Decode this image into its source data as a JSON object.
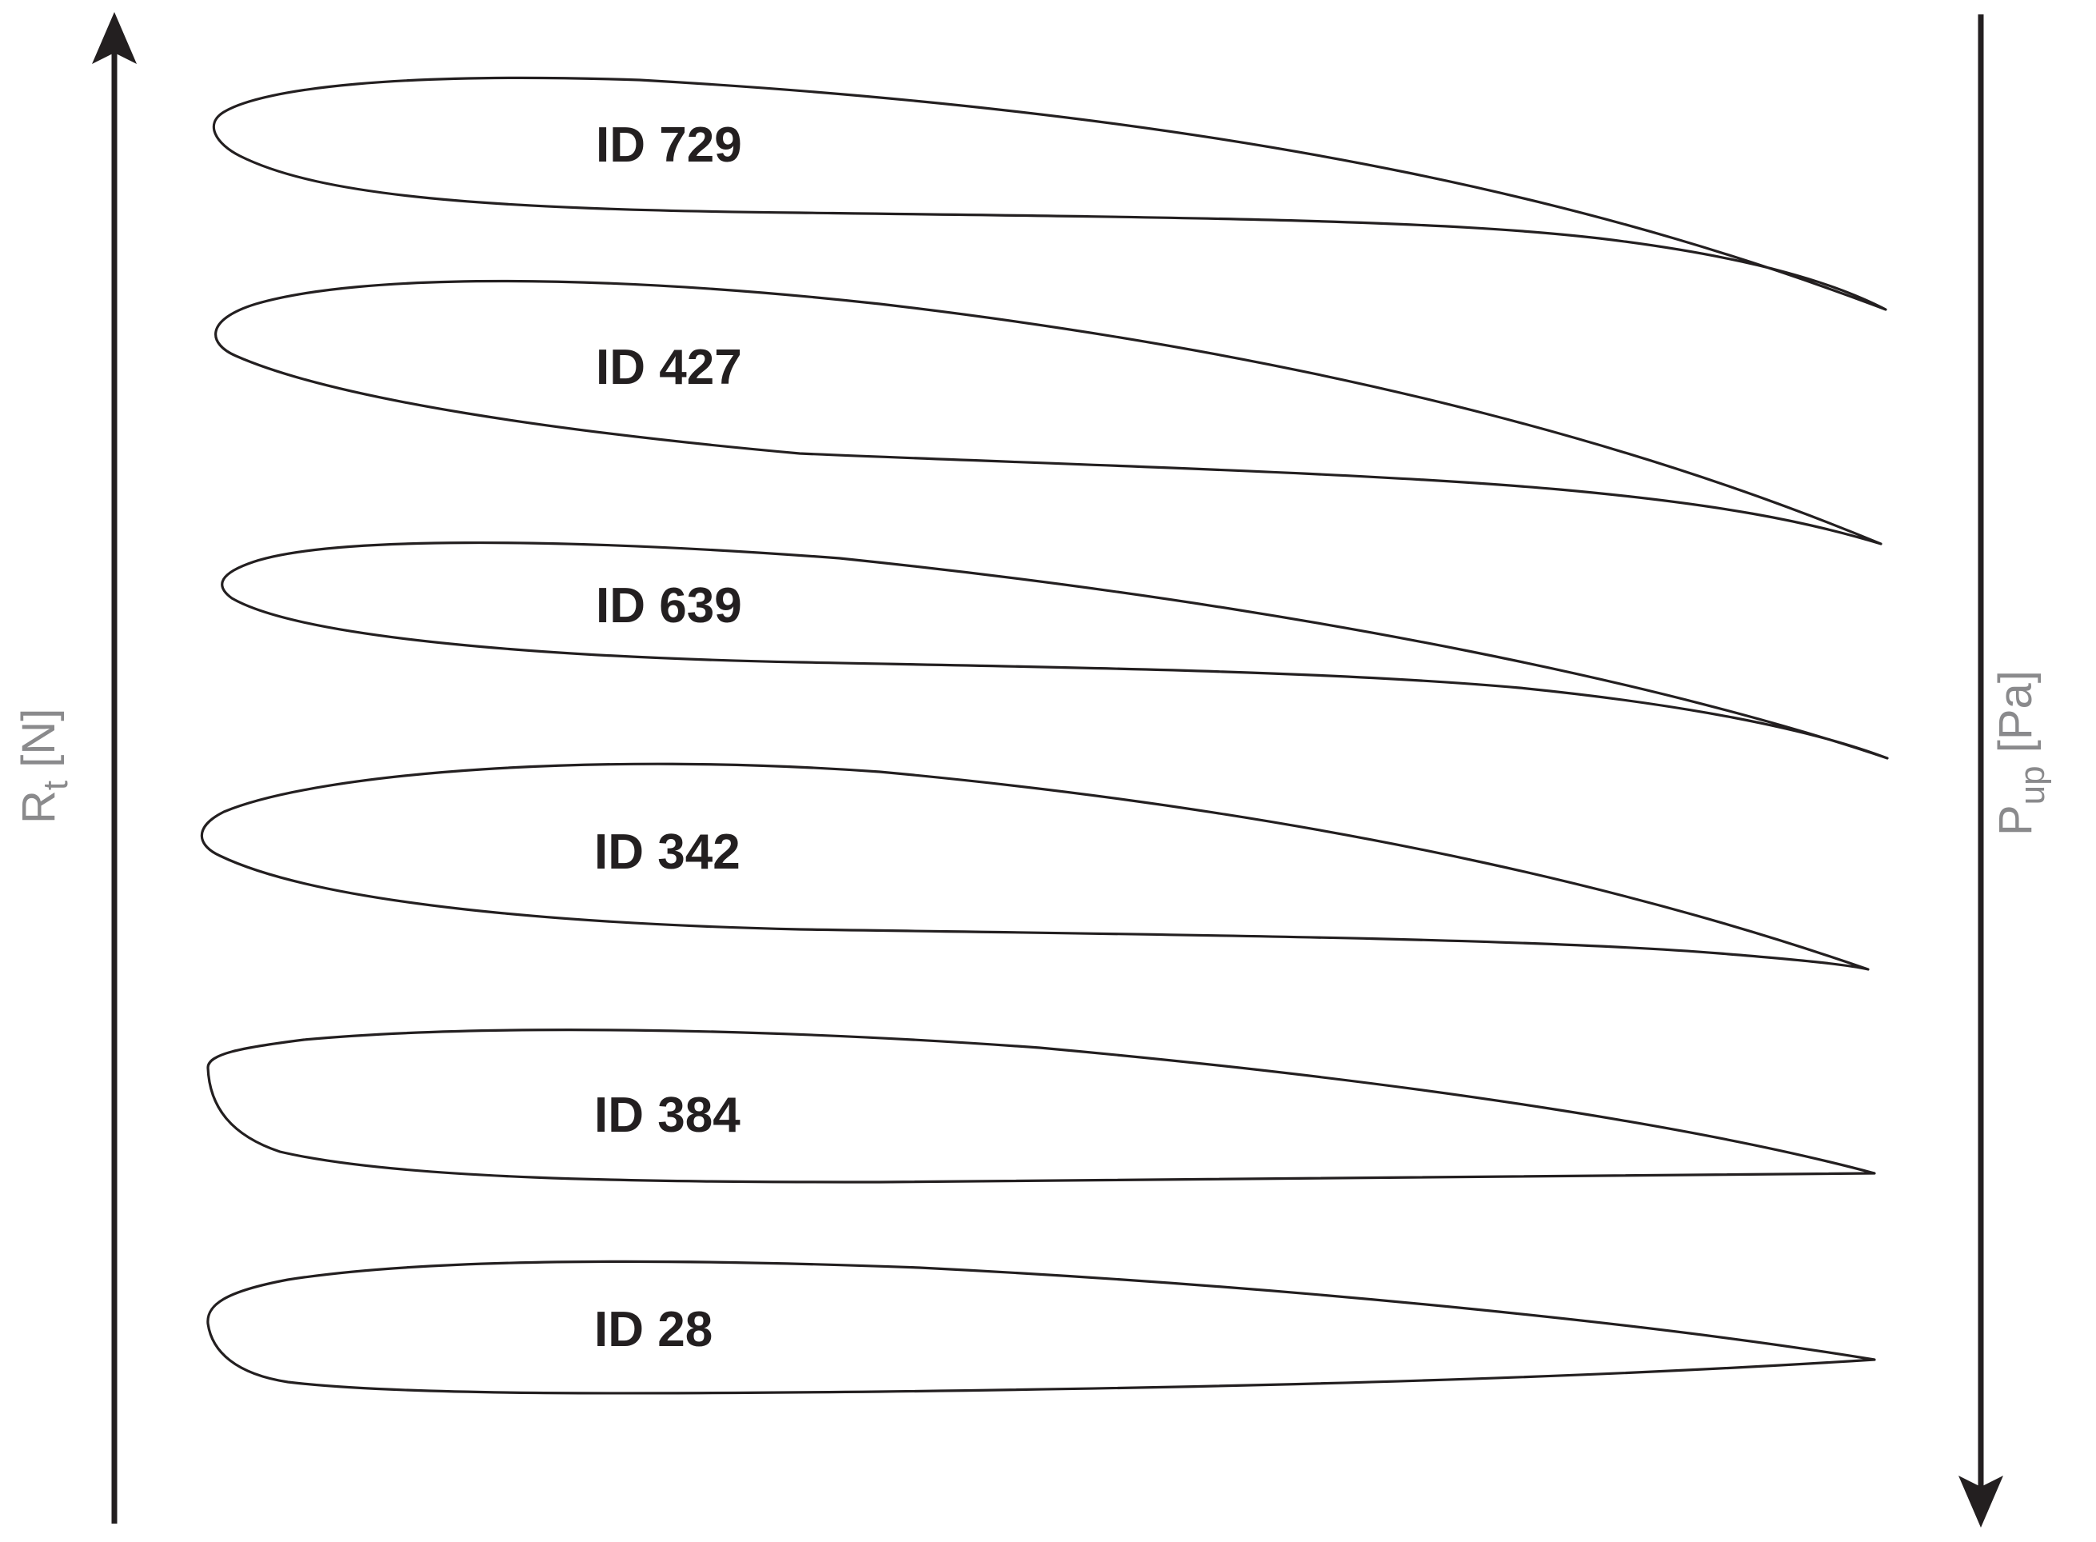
{
  "left_axis": {
    "symbol": "R",
    "subscript": "t",
    "unit": " [N]",
    "direction": "up"
  },
  "right_axis": {
    "symbol": "P",
    "subscript": "up",
    "unit": " [Pa]",
    "direction": "down"
  },
  "profiles": [
    {
      "id_label": "ID 729"
    },
    {
      "id_label": "ID 427"
    },
    {
      "id_label": "ID 639"
    },
    {
      "id_label": "ID 342"
    },
    {
      "id_label": "ID 384"
    },
    {
      "id_label": "ID 28"
    }
  ],
  "colors": {
    "stroke": "#231f20",
    "axis_label": "#8a8a8c"
  }
}
